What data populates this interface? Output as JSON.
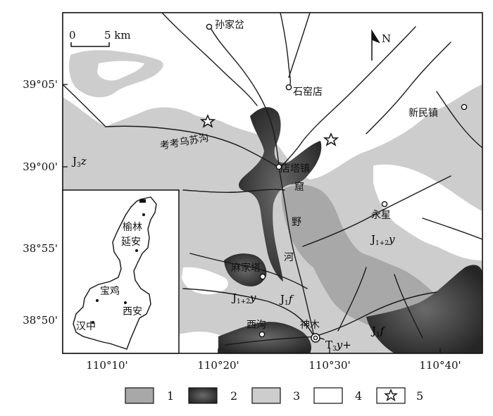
{
  "colors": {
    "unit3_light": "#cdcdcd",
    "unit1_medium": "#a8a8a8",
    "unit2_dark": "#3a3a3a",
    "unit4_white": "#ffffff",
    "river": "#1a1a1a"
  },
  "axes": {
    "lat_labels": [
      "39°05'",
      "39°00'",
      "38°55'",
      "38°50'"
    ],
    "lon_labels": [
      "110°10'",
      "110°20'",
      "110°30'",
      "110°40'"
    ]
  },
  "scale_bar": {
    "start": "0",
    "end": "5 km"
  },
  "north_arrow": {
    "label": "N",
    "icon": "north-arrow-icon"
  },
  "places": {
    "sunjiacha": "孙家岔",
    "shiyaodian": "石窑店",
    "xinminzhen": "新民镇",
    "dianta": "店塔镇",
    "yongxing": "永星",
    "majiata": "麻家塔",
    "xigou": "西沟",
    "shenmu": "神木",
    "kaokaowusugou": "考考乌苏沟",
    "kuye_1": "窟",
    "kuye_2": "野",
    "kuye_3": "河"
  },
  "strata": {
    "j3z_main": "J",
    "j3z_sub": "3",
    "j3z_tail": "z",
    "j12y_main": "J",
    "j12y_sub": "1+2",
    "j12y_tail": "y",
    "j1f_main": "J",
    "j1f_sub": "1",
    "j1f_tail": "f",
    "t3y_main": "T",
    "t3y_sub": "3",
    "t3y_tail": "y+"
  },
  "inset": {
    "yulin": "榆林",
    "yanan": "延安",
    "baoji": "宝鸡",
    "xian": "西安",
    "hanzhong": "汉中"
  },
  "legend": {
    "items": [
      {
        "num": "1",
        "swatch": "#a8a8a8"
      },
      {
        "num": "2",
        "swatch": "#3a3a3a"
      },
      {
        "num": "3",
        "swatch": "#cdcdcd"
      },
      {
        "num": "4",
        "swatch": "#ffffff"
      },
      {
        "num": "5",
        "swatch": "star"
      }
    ]
  }
}
